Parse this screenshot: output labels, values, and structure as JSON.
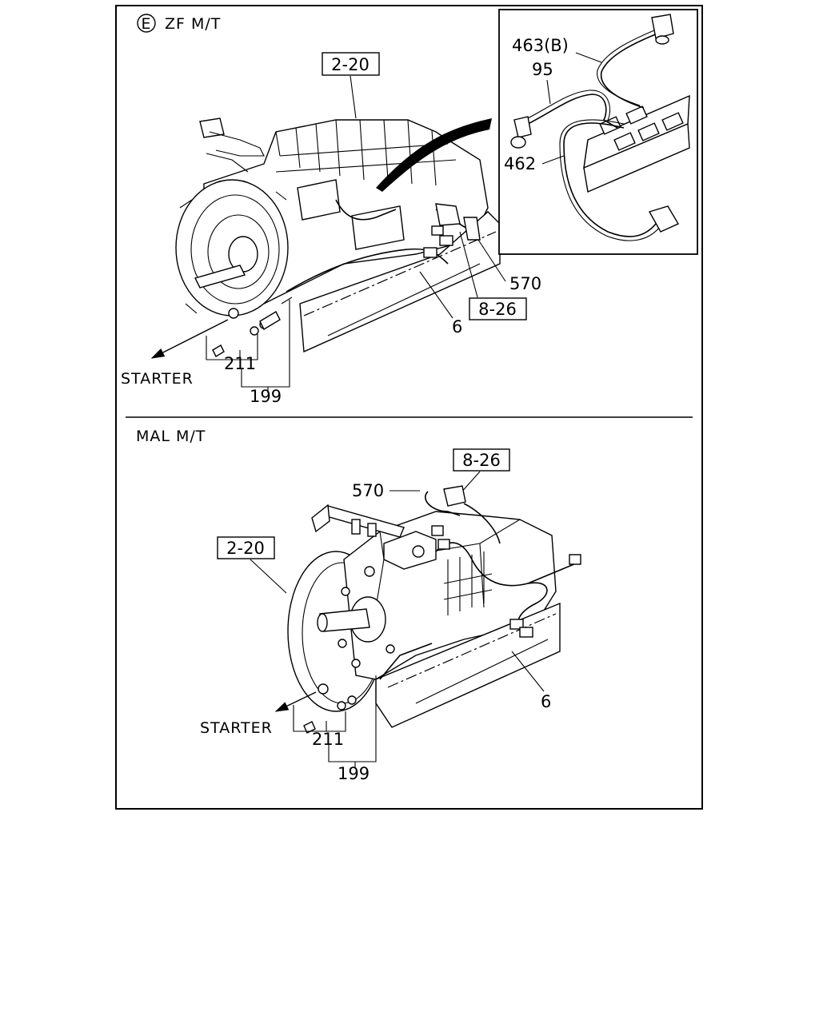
{
  "top_section": {
    "marker": "E",
    "title": "ZF M/T",
    "ref_box": "2-20",
    "ref_box_sensor": "8-26",
    "labels": {
      "p570": "570",
      "p6": "6",
      "p211": "211",
      "p199": "199",
      "starter": "STARTER"
    },
    "inset_labels": {
      "p463": "463(B)",
      "p95": "95",
      "p462": "462"
    }
  },
  "bottom_section": {
    "title": "MAL M/T",
    "ref_box_sensor": "8-26",
    "ref_box": "2-20",
    "labels": {
      "p570": "570",
      "p6": "6",
      "p211": "211",
      "p199": "199",
      "starter": "STARTER"
    }
  }
}
